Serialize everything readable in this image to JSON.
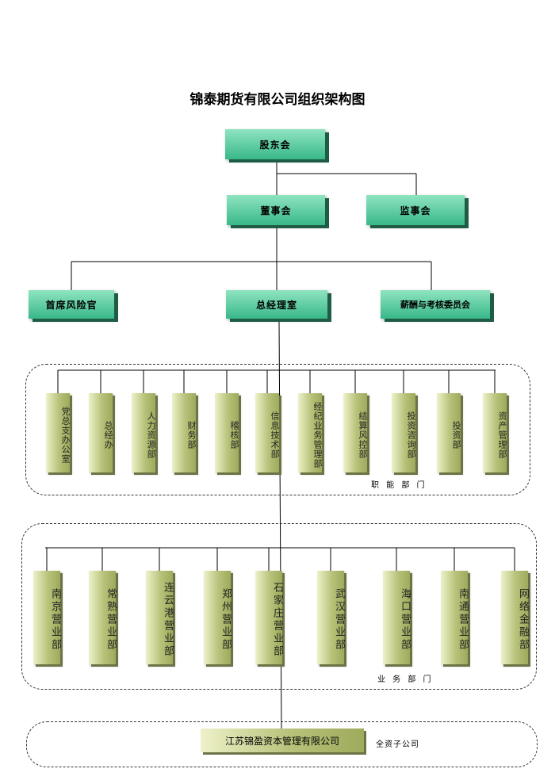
{
  "title": "锦泰期货有限公司组织架构图",
  "nodes": {
    "shareholders": "股东会",
    "board": "董事会",
    "supervisors": "监事会",
    "cro": "首席风险官",
    "gm": "总经理室",
    "compensation": "薪酬与考核委员会"
  },
  "functional_depts": [
    "党总支办公室",
    "总经办",
    "人力资源部",
    "财务部",
    "稽核部",
    "信息技术部",
    "经纪业务管理部",
    "结算风控部",
    "投资咨询部",
    "投资部",
    "资产管理部"
  ],
  "functional_caption": "职 能 部 门",
  "business_depts": [
    "南京营业部",
    "常熟营业部",
    "连云港营业部",
    "郑州营业部",
    "石家庄营业部",
    "武汉营业部",
    "海口营业部",
    "南通营业部",
    "网络金融部"
  ],
  "business_caption": "业 务 部 门",
  "subsidiary": "江苏锦盈资本管理有限公司",
  "subsidiary_caption": "全资子公司",
  "colors": {
    "top_box": "#5fcfa0",
    "dept_box": "#c3cc86"
  }
}
